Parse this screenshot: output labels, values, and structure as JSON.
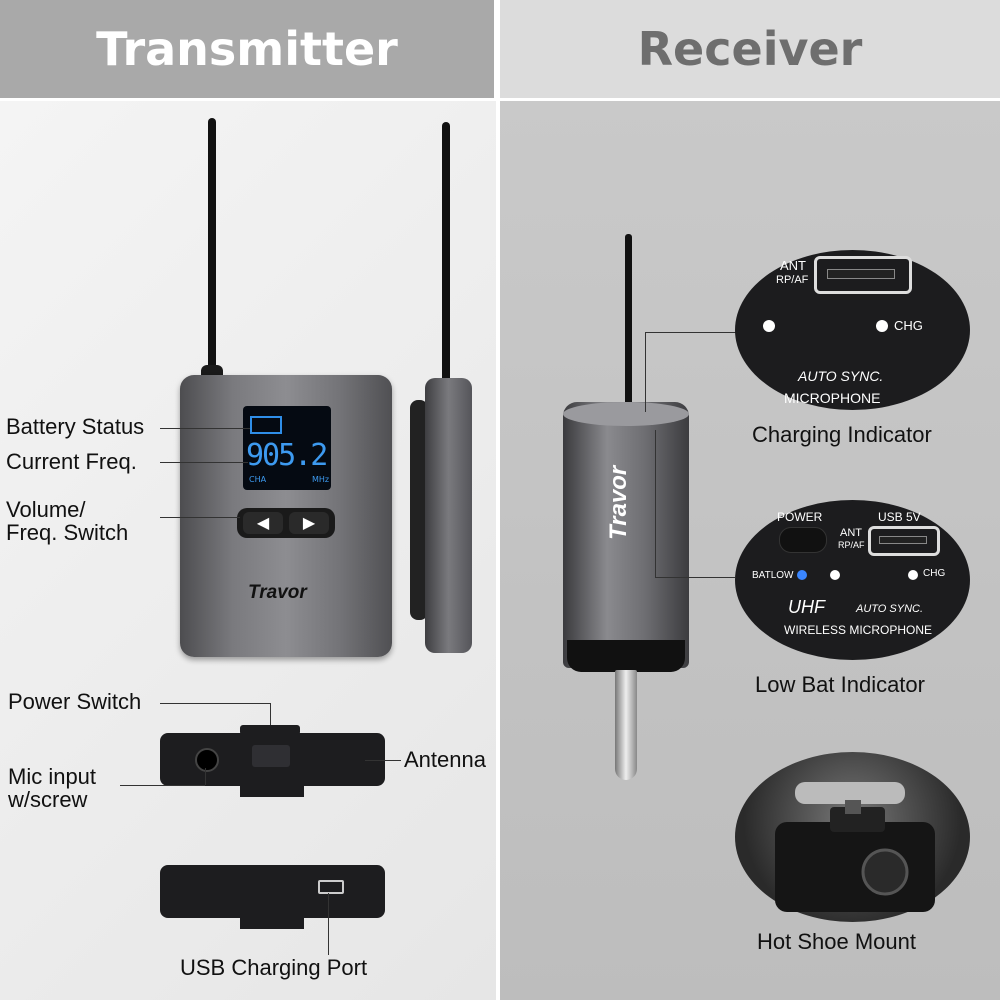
{
  "header": {
    "left_title": "Transmitter",
    "right_title": "Receiver"
  },
  "transmitter": {
    "labels": {
      "battery_status": "Battery Status",
      "current_freq": "Current Freq.",
      "volume_line1": "Volume/",
      "volume_line2": "Freq. Switch",
      "power_switch": "Power Switch",
      "mic_line1": "Mic input",
      "mic_line2": "w/screw",
      "antenna": "Antenna",
      "usb_port": "USB Charging Port"
    },
    "lcd": {
      "freq": "905.2",
      "channel": "CHA",
      "unit": "MHz"
    },
    "brand": "Travor"
  },
  "receiver": {
    "brand": "Travor",
    "labels": {
      "charging_indicator": "Charging Indicator",
      "low_bat_indicator": "Low Bat Indicator",
      "hot_shoe": "Hot Shoe Mount"
    },
    "detail1": {
      "ant": "ANT",
      "rp_af": "RP/AF",
      "chg": "CHG",
      "auto_sync": "AUTO SYNC.",
      "microphone": "MICROPHONE"
    },
    "detail2": {
      "power": "POWER",
      "usb": "USB 5V",
      "ant": "ANT",
      "rp_af": "RP/AF",
      "batlow": "BATLOW",
      "chg": "CHG",
      "uhf": "UHF",
      "auto_sync": "AUTO SYNC.",
      "wireless_mic": "WIRELESS MICROPHONE"
    }
  }
}
